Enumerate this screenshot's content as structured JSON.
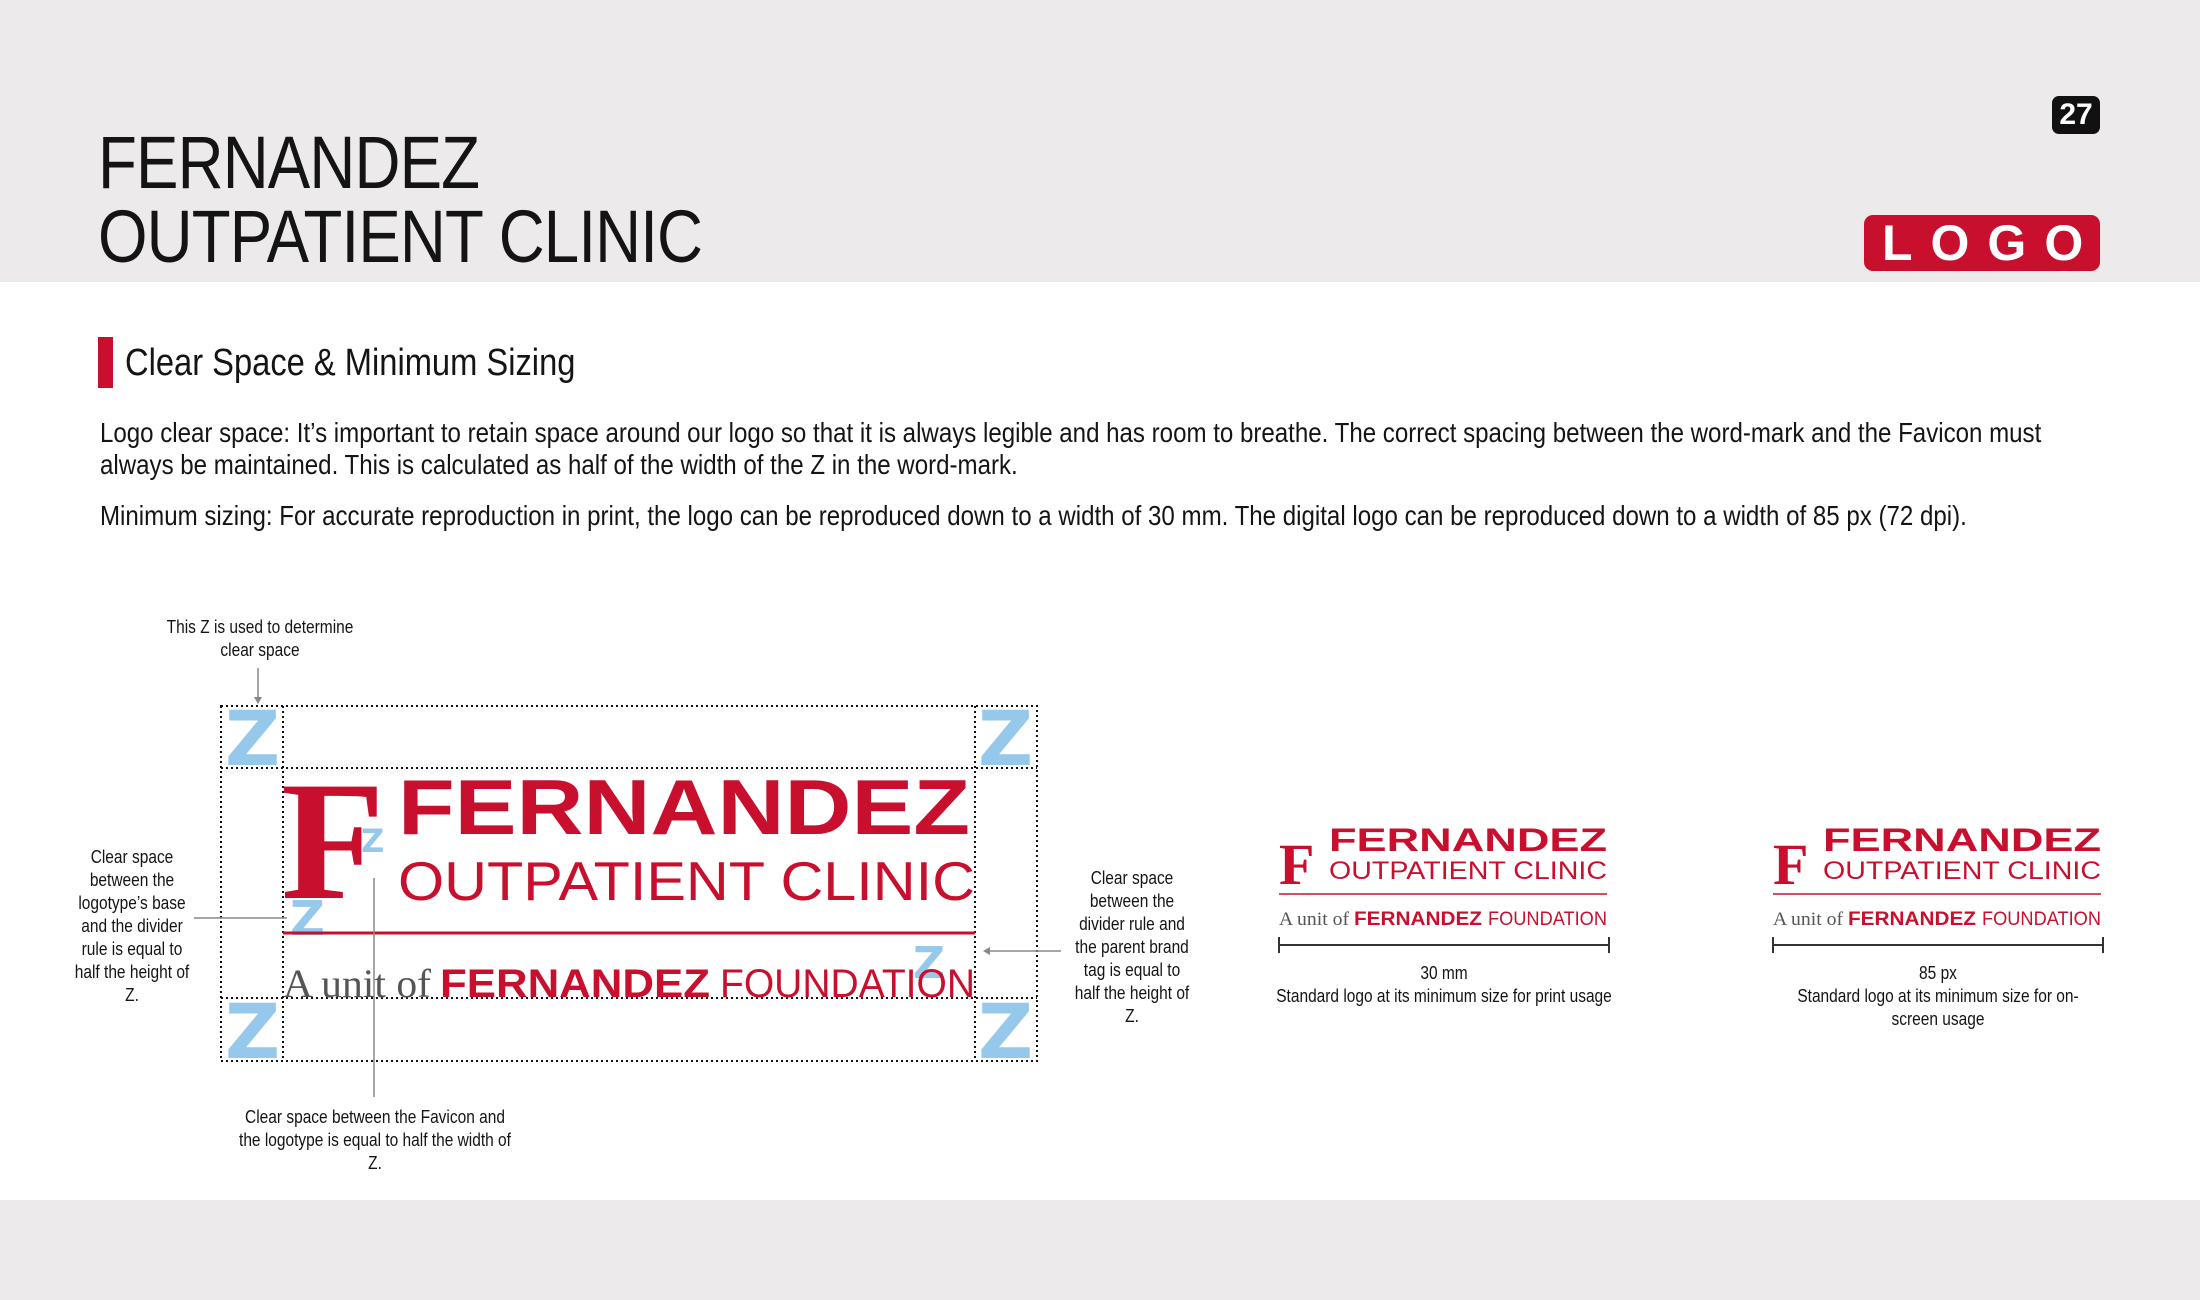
{
  "header": {
    "title_line1": "FERNANDEZ",
    "title_line2": "OUTPATIENT CLINIC",
    "page_number": "27",
    "section_label": "LOGO"
  },
  "section": {
    "heading": "Clear Space & Minimum Sizing",
    "paragraph1": "Logo clear space: It’s important to retain space around our logo so that it is always legible and has room to breathe. The correct spacing between the word-mark and the Favicon must always be maintained. This is calculated as half of the width of the Z in the word-mark.",
    "paragraph2": "Minimum sizing: For accurate reproduction in print, the logo can be reproduced down to a width of 30 mm. The digital logo can be reproduced down to a width of 85 px (72 dpi)."
  },
  "logo": {
    "favicon": "F",
    "wordmark": "FERNANDEZ",
    "subline": "OUTPATIENT CLINIC",
    "tag_prefix": "A unit of",
    "tag_brand": "FERNANDEZ",
    "tag_suffix": "FOUNDATION",
    "z_mark": "Z"
  },
  "annotations": {
    "z_note": "This Z is used to determine clear space",
    "left_note": "Clear space between the logotype’s base and the divider rule is equal to half the height of Z.",
    "right_note": "Clear space between the divider rule and the parent brand tag is equal to half the height of Z.",
    "bottom_note": "Clear space between the Favicon and the logotype is equal to half the width of Z."
  },
  "min_sizes": [
    {
      "size": "30 mm",
      "caption": "Standard logo at its minimum size for print usage"
    },
    {
      "size": "85 px",
      "caption": "Standard logo at its minimum size for on-screen usage"
    }
  ],
  "colors": {
    "brand_red": "#c8102e",
    "clear_space_blue": "#95c8ea",
    "band_grey": "#eceaeb"
  }
}
